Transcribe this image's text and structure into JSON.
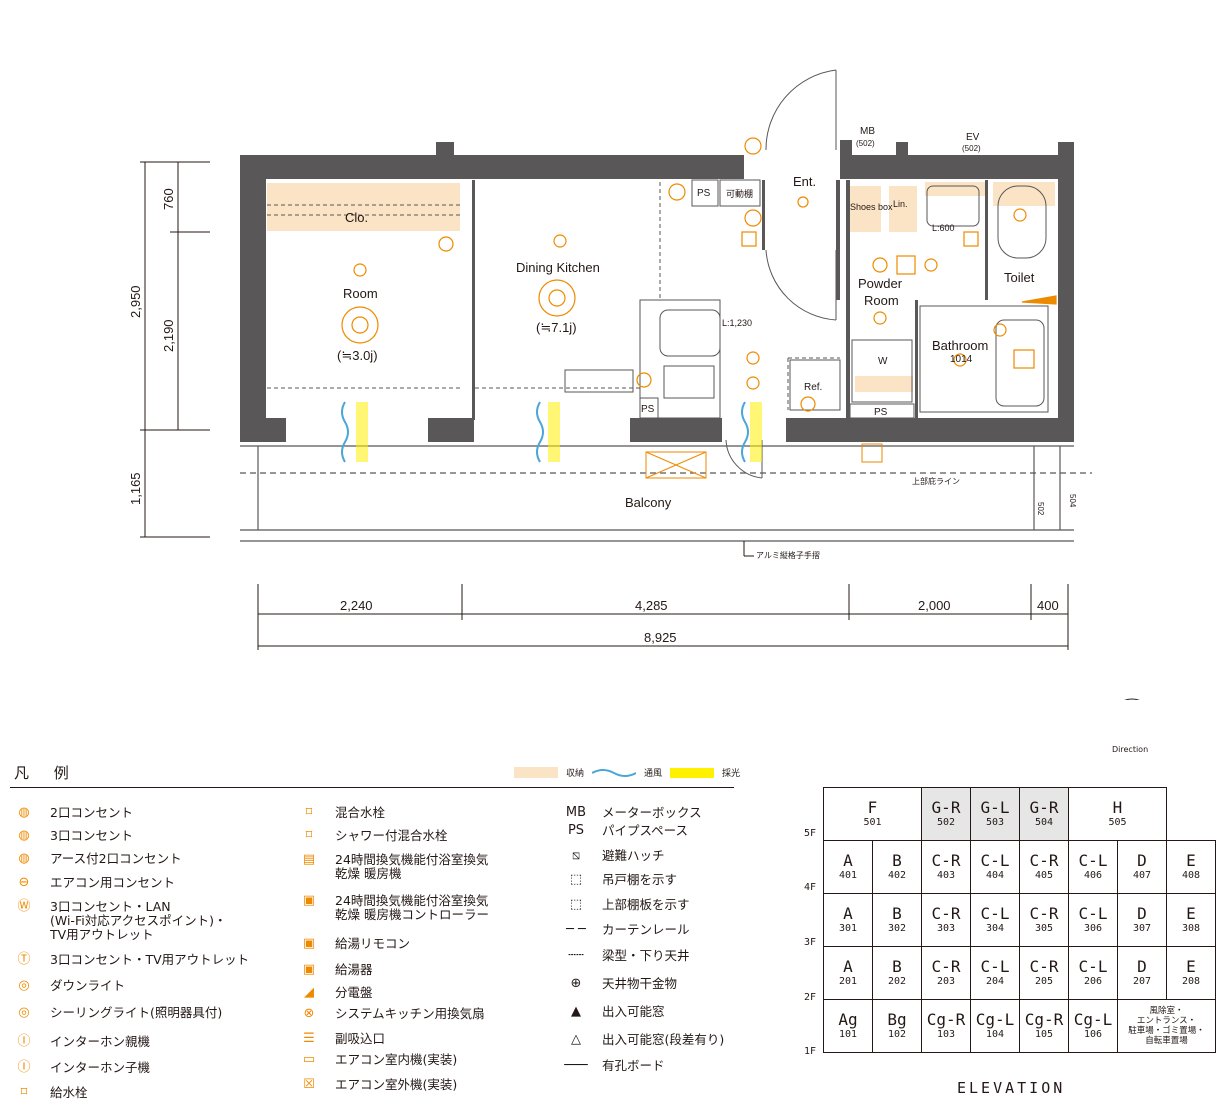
{
  "plan": {
    "rooms": {
      "clo": "Clo.",
      "room": "Room",
      "room_area": "(≒3.0j)",
      "dk": "Dining Kitchen",
      "dk_area": "(≒7.1j)",
      "ent": "Ent.",
      "shoes": "Shoes box",
      "lin": "Lin.",
      "powder": "Powder",
      "powder2": "Room",
      "toilet": "Toilet",
      "bathroom": "Bathroom",
      "bath_size": "1014",
      "balcony": "Balcony",
      "ref": "Ref."
    },
    "labels": {
      "ps": "PS",
      "kadou": "可動棚",
      "mb": "MB",
      "mb_no": "(502)",
      "ev": "EV",
      "ev_no": "(502)",
      "l600": "L:600",
      "l1230": "L:1,230",
      "w": "W",
      "joubu": "上部庇ライン",
      "alumi": "アルミ縦格子手摺",
      "n502": "502",
      "n504": "504"
    },
    "dims_left": [
      "760",
      "2,190",
      "2,950",
      "1,165"
    ],
    "dims_bottom": [
      "2,240",
      "4,285",
      "2,000",
      "400",
      "8,925"
    ]
  },
  "legend": {
    "title": "凡 例",
    "swatch_storage": "収納",
    "swatch_wind": "通風",
    "swatch_light": "採光",
    "col1": [
      {
        "icon": "outlet-2-icon",
        "label": "2口コンセント"
      },
      {
        "icon": "outlet-3-icon",
        "label": "3口コンセント"
      },
      {
        "icon": "outlet-earth-icon",
        "label": "アース付2口コンセント"
      },
      {
        "icon": "ac-outlet-icon",
        "label": "エアコン用コンセント"
      },
      {
        "icon": "wifi-outlet-icon",
        "label": "3口コンセント・LAN\n(Wi-Fi対応アクセスポイント)・\nTV用アウトレット"
      },
      {
        "icon": "tv-outlet-icon",
        "label": "3口コンセント・TV用アウトレット"
      },
      {
        "icon": "downlight-icon",
        "label": "ダウンライト"
      },
      {
        "icon": "ceiling-light-icon",
        "label": "シーリングライト(照明器具付)"
      },
      {
        "icon": "intercom-main-icon",
        "label": "インターホン親機"
      },
      {
        "icon": "intercom-sub-icon",
        "label": "インターホン子機"
      },
      {
        "icon": "water-tap-icon",
        "label": "給水栓"
      }
    ],
    "col2": [
      {
        "icon": "mixer-tap-icon",
        "label": "混合水栓"
      },
      {
        "icon": "shower-mixer-icon",
        "label": "シャワー付混合水栓"
      },
      {
        "icon": "bath-dryer-icon",
        "label": "24時間換気機能付浴室換気\n乾燥 暖房機"
      },
      {
        "icon": "bath-dryer-controller-icon",
        "label": "24時間換気機能付浴室換気\n乾燥 暖房機コントローラー"
      },
      {
        "icon": "water-heater-remote-icon",
        "label": "給湯リモコン"
      },
      {
        "icon": "water-heater-icon",
        "label": "給湯器"
      },
      {
        "icon": "distribution-board-icon",
        "label": "分電盤"
      },
      {
        "icon": "kitchen-fan-icon",
        "label": "システムキッチン用換気扇"
      },
      {
        "icon": "sub-vent-icon",
        "label": "副吸込口"
      },
      {
        "icon": "ac-indoor-icon",
        "label": "エアコン室内機(実装)"
      },
      {
        "icon": "ac-outdoor-icon",
        "label": "エアコン室外機(実装)"
      }
    ],
    "col3": [
      {
        "sym": "MB",
        "label": "メーターボックス"
      },
      {
        "sym": "PS",
        "label": "パイプスペース"
      },
      {
        "sym": "",
        "label": "避難ハッチ"
      },
      {
        "sym": "",
        "label": "吊戸棚を示す"
      },
      {
        "sym": "",
        "label": "上部棚板を示す"
      },
      {
        "sym": "",
        "label": "カーテンレール"
      },
      {
        "sym": "",
        "label": "梁型・下り天井"
      },
      {
        "sym": "",
        "label": "天井物干金物"
      },
      {
        "sym": "",
        "label": "出入可能窓"
      },
      {
        "sym": "",
        "label": "出入可能窓(段差有り)"
      },
      {
        "sym": "",
        "label": "有孔ボード"
      }
    ]
  },
  "direction_label": "Direction",
  "elevation": {
    "title": "ELEVATION",
    "floor_labels": [
      "5F",
      "4F",
      "3F",
      "2F",
      "1F"
    ],
    "row5": [
      {
        "n": "F",
        "r": "501",
        "span": 2,
        "grey": false
      },
      {
        "n": "G-R",
        "r": "502",
        "span": 1,
        "grey": true
      },
      {
        "n": "G-L",
        "r": "503",
        "span": 1,
        "grey": true
      },
      {
        "n": "G-R",
        "r": "504",
        "span": 1,
        "grey": true
      },
      {
        "n": "H",
        "r": "505",
        "span": 2,
        "grey": false
      }
    ],
    "row4": [
      [
        "A",
        "401"
      ],
      [
        "B",
        "402"
      ],
      [
        "C-R",
        "403"
      ],
      [
        "C-L",
        "404"
      ],
      [
        "C-R",
        "405"
      ],
      [
        "C-L",
        "406"
      ],
      [
        "D",
        "407"
      ],
      [
        "E",
        "408"
      ]
    ],
    "row3": [
      [
        "A",
        "301"
      ],
      [
        "B",
        "302"
      ],
      [
        "C-R",
        "303"
      ],
      [
        "C-L",
        "304"
      ],
      [
        "C-R",
        "305"
      ],
      [
        "C-L",
        "306"
      ],
      [
        "D",
        "307"
      ],
      [
        "E",
        "308"
      ]
    ],
    "row2": [
      [
        "A",
        "201"
      ],
      [
        "B",
        "202"
      ],
      [
        "C-R",
        "203"
      ],
      [
        "C-L",
        "204"
      ],
      [
        "C-R",
        "205"
      ],
      [
        "C-L",
        "206"
      ],
      [
        "D",
        "207"
      ],
      [
        "E",
        "208"
      ]
    ],
    "row1": [
      [
        "Ag",
        "101"
      ],
      [
        "Bg",
        "102"
      ],
      [
        "Cg-R",
        "103"
      ],
      [
        "Cg-L",
        "104"
      ],
      [
        "Cg-R",
        "105"
      ],
      [
        "Cg-L",
        "106"
      ]
    ],
    "row1_misc": "風除室・\nエントランス・\n駐車場・ゴミ置場・\n自転車置場"
  }
}
